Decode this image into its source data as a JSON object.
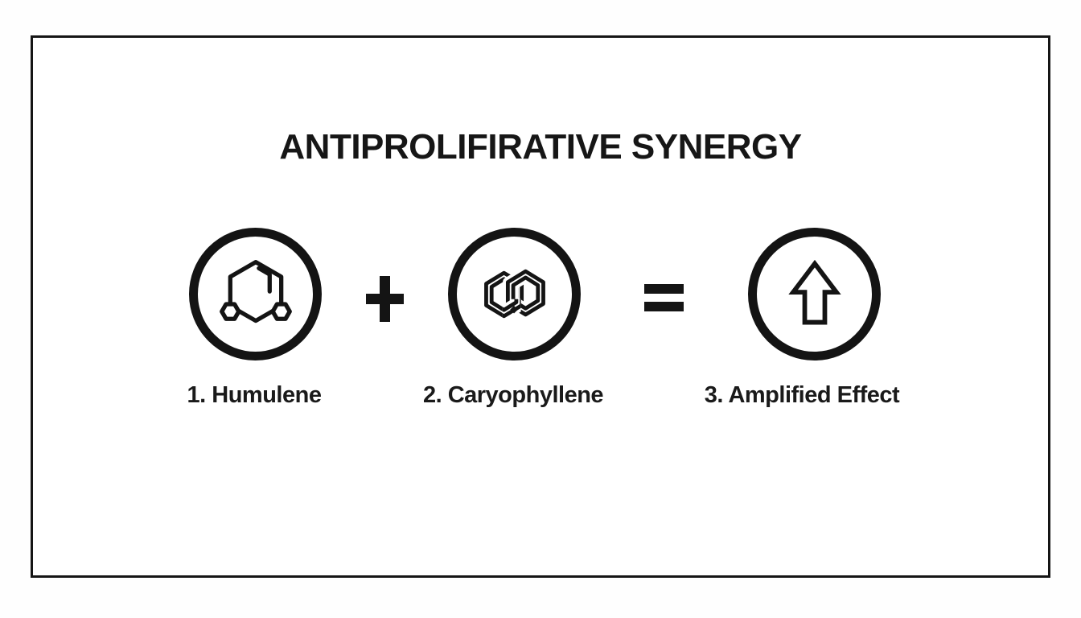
{
  "title": "ANTIPROLIFIRATIVE SYNERGY",
  "equation": {
    "steps": [
      {
        "label": "1. Humulene",
        "icon": "humulene-molecule-icon"
      },
      {
        "label": "2. Caryophyllene",
        "icon": "caryophyllene-interlocked-hexagons-icon"
      },
      {
        "label": "3. Amplified Effect",
        "icon": "amplified-effect-up-arrow-icon"
      }
    ],
    "operators": [
      {
        "symbol": "+",
        "name": "plus-operator"
      },
      {
        "symbol": "=",
        "name": "equals-operator"
      }
    ]
  },
  "colors": {
    "ink": "#141414",
    "frame_border": "#151515",
    "background": "#ffffff"
  }
}
